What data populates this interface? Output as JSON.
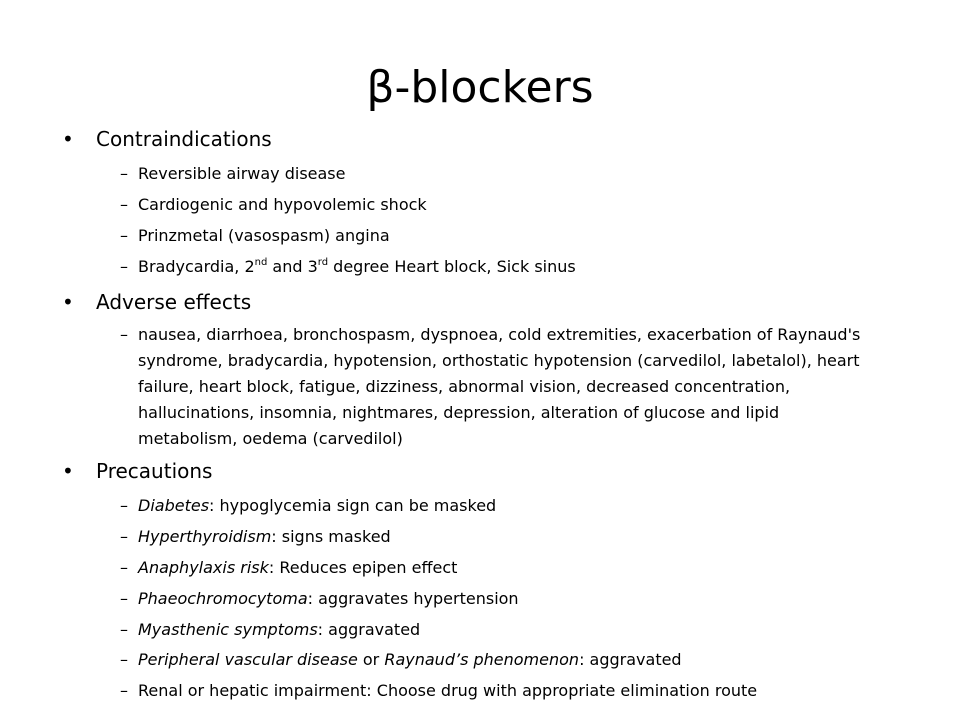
{
  "title": "β-blockers",
  "sections": [
    {
      "heading": "Contraindications",
      "items": [
        {
          "text": "Reversible airway disease"
        },
        {
          "text": "Cardiogenic and hypovolemic shock"
        },
        {
          "text": "Prinzmetal (vasospasm) angina"
        },
        {
          "p1": "Bradycardia, 2",
          "sup1": "nd",
          "p2": " and 3",
          "sup2": "rd",
          "p3": " degree Heart block, Sick sinus"
        }
      ]
    },
    {
      "heading": "Adverse effects",
      "items": [
        {
          "text": "nausea, diarrhoea, bronchospasm, dyspnoea, cold extremities, exacerbation of Raynaud's syndrome, bradycardia, hypotension, orthostatic hypotension (carvedilol, labetalol), heart failure, heart block, fatigue, dizziness, abnormal vision, decreased concentration, hallucinations, insomnia, nightmares, depression, alteration of glucose and lipid metabolism, oedema (carvedilol)"
        }
      ]
    },
    {
      "heading": "Precautions",
      "items": [
        {
          "italic": "Diabetes",
          "rest": ": hypoglycemia sign can be masked"
        },
        {
          "italic": "Hyperthyroidism",
          "rest": ": signs masked"
        },
        {
          "italic": "Anaphylaxis risk",
          "rest": ": Reduces epipen effect"
        },
        {
          "italic": "Phaeochromocytoma",
          "rest": ": aggravates hypertension"
        },
        {
          "italic": "Myasthenic symptoms",
          "rest": ": aggravated"
        },
        {
          "italic": "Peripheral vascular disease",
          "mid": " or ",
          "italic2": "Raynaud’s phenomenon",
          "rest": ": aggravated"
        },
        {
          "text": "Renal or hepatic impairment: Choose drug with appropriate elimination route"
        }
      ]
    }
  ],
  "bullet_char": "•",
  "dash_char": "–"
}
